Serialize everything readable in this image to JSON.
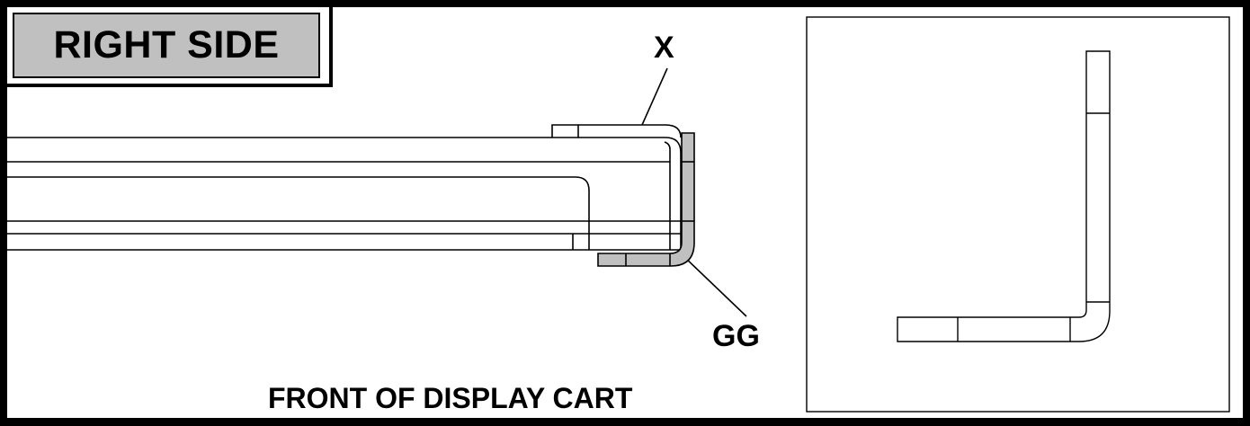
{
  "title": "RIGHT SIDE",
  "callouts": {
    "x": "X",
    "gg": "GG"
  },
  "caption": "FRONT OF DISPLAY CART",
  "colors": {
    "part_fill": "#c0c0c0",
    "line": "#000000",
    "background": "#ffffff"
  }
}
